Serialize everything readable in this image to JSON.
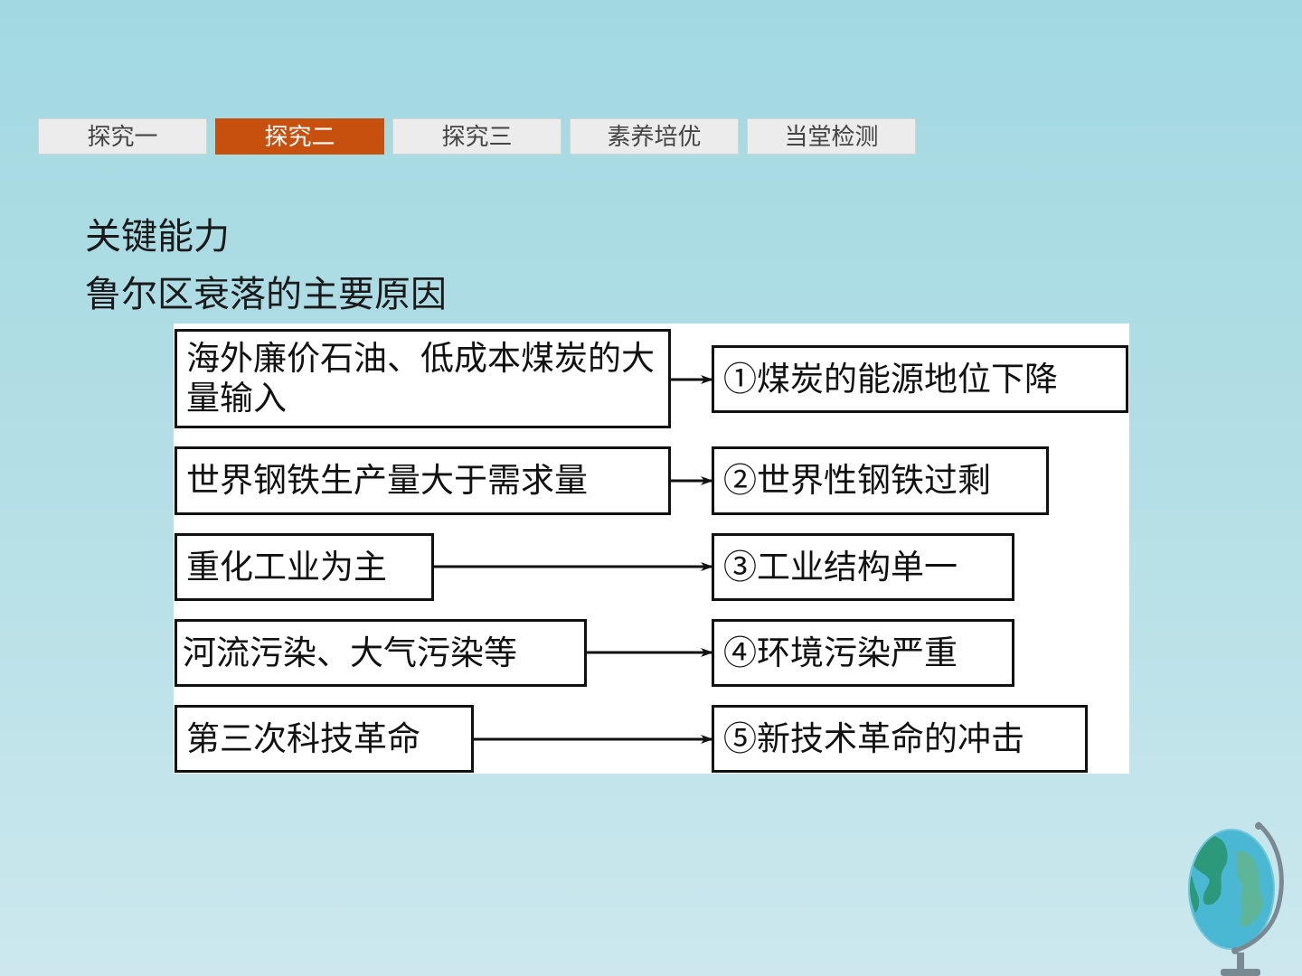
{
  "tabs": [
    {
      "label": "探究一",
      "active": false
    },
    {
      "label": "探究二",
      "active": true
    },
    {
      "label": "探究三",
      "active": false
    },
    {
      "label": "素养培优",
      "active": false
    },
    {
      "label": "当堂检测",
      "active": false
    }
  ],
  "section_title": "关键能力",
  "diagram_title": "鲁尔区衰落的主要原因",
  "flow": {
    "rows": [
      {
        "cause": "海外廉价石油、低成本煤炭的大量输入",
        "effect": "①煤炭的能源地位下降"
      },
      {
        "cause": "世界钢铁生产量大于需求量",
        "effect": "②世界性钢铁过剩"
      },
      {
        "cause": "重化工业为主",
        "effect": "③工业结构单一"
      },
      {
        "cause": "河流污染、大气污染等",
        "effect": "④环境污染严重"
      },
      {
        "cause": "第三次科技革命",
        "effect": "⑤新技术革命的冲击"
      }
    ]
  },
  "colors": {
    "active_tab": "#c8500f",
    "tab_bg": "#ececec",
    "background": "#a2d9e1"
  },
  "icons": {
    "decoration": "globe-icon"
  }
}
